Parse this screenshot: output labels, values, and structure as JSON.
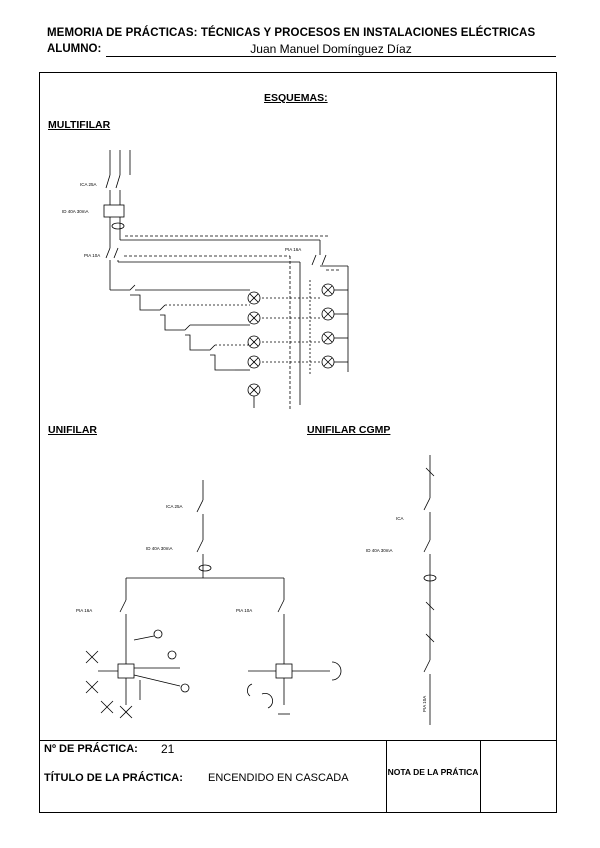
{
  "header": {
    "title": "MEMORIA DE PRÁCTICAS: TÉCNICAS Y PROCESOS EN INSTALACIONES ELÉCTRICAS",
    "student_label": "ALUMNO:",
    "student_name": "Juan Manuel Domínguez Díaz"
  },
  "sections": {
    "schemes_title": "ESQUEMAS:",
    "multifilar": "MULTIFILAR",
    "unifilar": "UNIFILAR",
    "unifilar_cgmp": "UNIFILAR CGMP"
  },
  "diagram_labels": {
    "multifilar_ica": "ICA 25A",
    "multifilar_id": "ID 40A 30mA",
    "multifilar_pia1": "PIA 10A",
    "multifilar_pia2": "PIA 16A",
    "unifilar_ica": "ICA 25A",
    "unifilar_id": "ID 40A  30mA",
    "unifilar_pia1": "PIA 16A",
    "unifilar_pia2": "PIA 10A",
    "cgmp_ica": "ICA",
    "cgmp_id": "ID 40A  30mA",
    "cgmp_pia": "PIA 10A"
  },
  "footer": {
    "practice_number_label": "Nº DE PRÁCTICA:",
    "practice_number": "21",
    "practice_title_label": "TÍTULO DE LA PRÁCTICA:",
    "practice_title": "ENCENDIDO EN CASCADA",
    "grade_label": "NOTA DE LA PRÁTICA"
  }
}
